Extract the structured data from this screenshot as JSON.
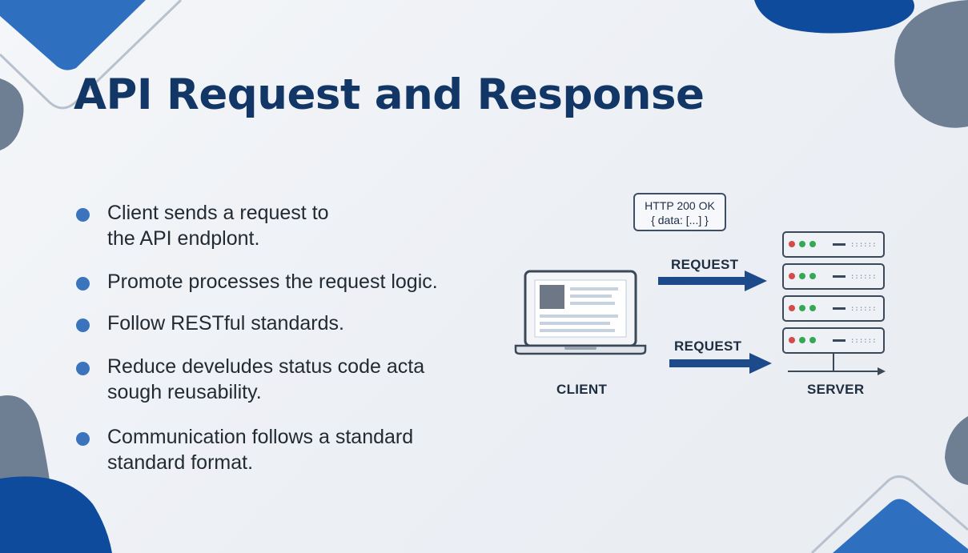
{
  "title": "API Request and Response",
  "bullets": [
    {
      "text": "Client sends a request to\nthe API endplont."
    },
    {
      "text": "Promote processes the request logic."
    },
    {
      "text": "Follow RESTful standards."
    },
    {
      "text": "Reduce develudes status code acta\nsough reusability."
    },
    {
      "text": "Communication follows a standard\nstandard format."
    }
  ],
  "diagram": {
    "response_box": {
      "line1": "HTTP 200 OK",
      "line2": "{ data: [...] }"
    },
    "arrow_top_label": "REQUEST",
    "arrow_bottom_label": "REQUEST",
    "client_label": "CLIENT",
    "server_label": "SERVER",
    "icons": {
      "client": "laptop-icon",
      "server": "server-rack-icon"
    }
  },
  "colors": {
    "title": "#123766",
    "bullet": "#3b74bd",
    "arrow": "#1d4a8a",
    "accent_dark": "#0d4293",
    "accent_gray": "#6b7f96"
  }
}
